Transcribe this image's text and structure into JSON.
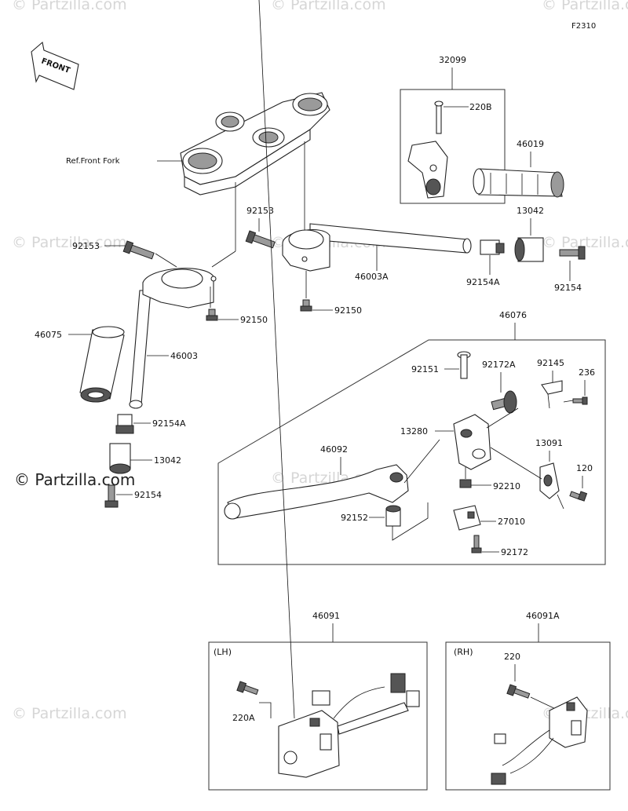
{
  "figure_code": "F2310",
  "front_label": "FRONT",
  "watermark": "Partzilla.com",
  "watermark_symbol": "©",
  "ref_label": "Ref.Front Fork",
  "section_labels": {
    "lh": "(LH)",
    "rh": "(RH)"
  },
  "parts": {
    "p32099": "32099",
    "p220B": "220B",
    "p46019": "46019",
    "p13042_top": "13042",
    "p92154_top": "92154",
    "p92154A_top": "92154A",
    "p46003A": "46003A",
    "p92153_right": "92153",
    "p92150_right": "92150",
    "p92153_left": "92153",
    "p92150_left": "92150",
    "p46075": "46075",
    "p46003": "46003",
    "p92154A_left": "92154A",
    "p13042_left": "13042",
    "p92154_left": "92154",
    "p46076": "46076",
    "p92151": "92151",
    "p92172A": "92172A",
    "p92145": "92145",
    "p236": "236",
    "p13280": "13280",
    "p46092": "46092",
    "p13091": "13091",
    "p120": "120",
    "p92210": "92210",
    "p92152": "92152",
    "p27010": "27010",
    "p92172": "92172",
    "p46091": "46091",
    "p46091A": "46091A",
    "p220A": "220A",
    "p220": "220"
  },
  "colors": {
    "line": "#222222",
    "watermark": "#d6d6d6",
    "background": "#ffffff"
  }
}
